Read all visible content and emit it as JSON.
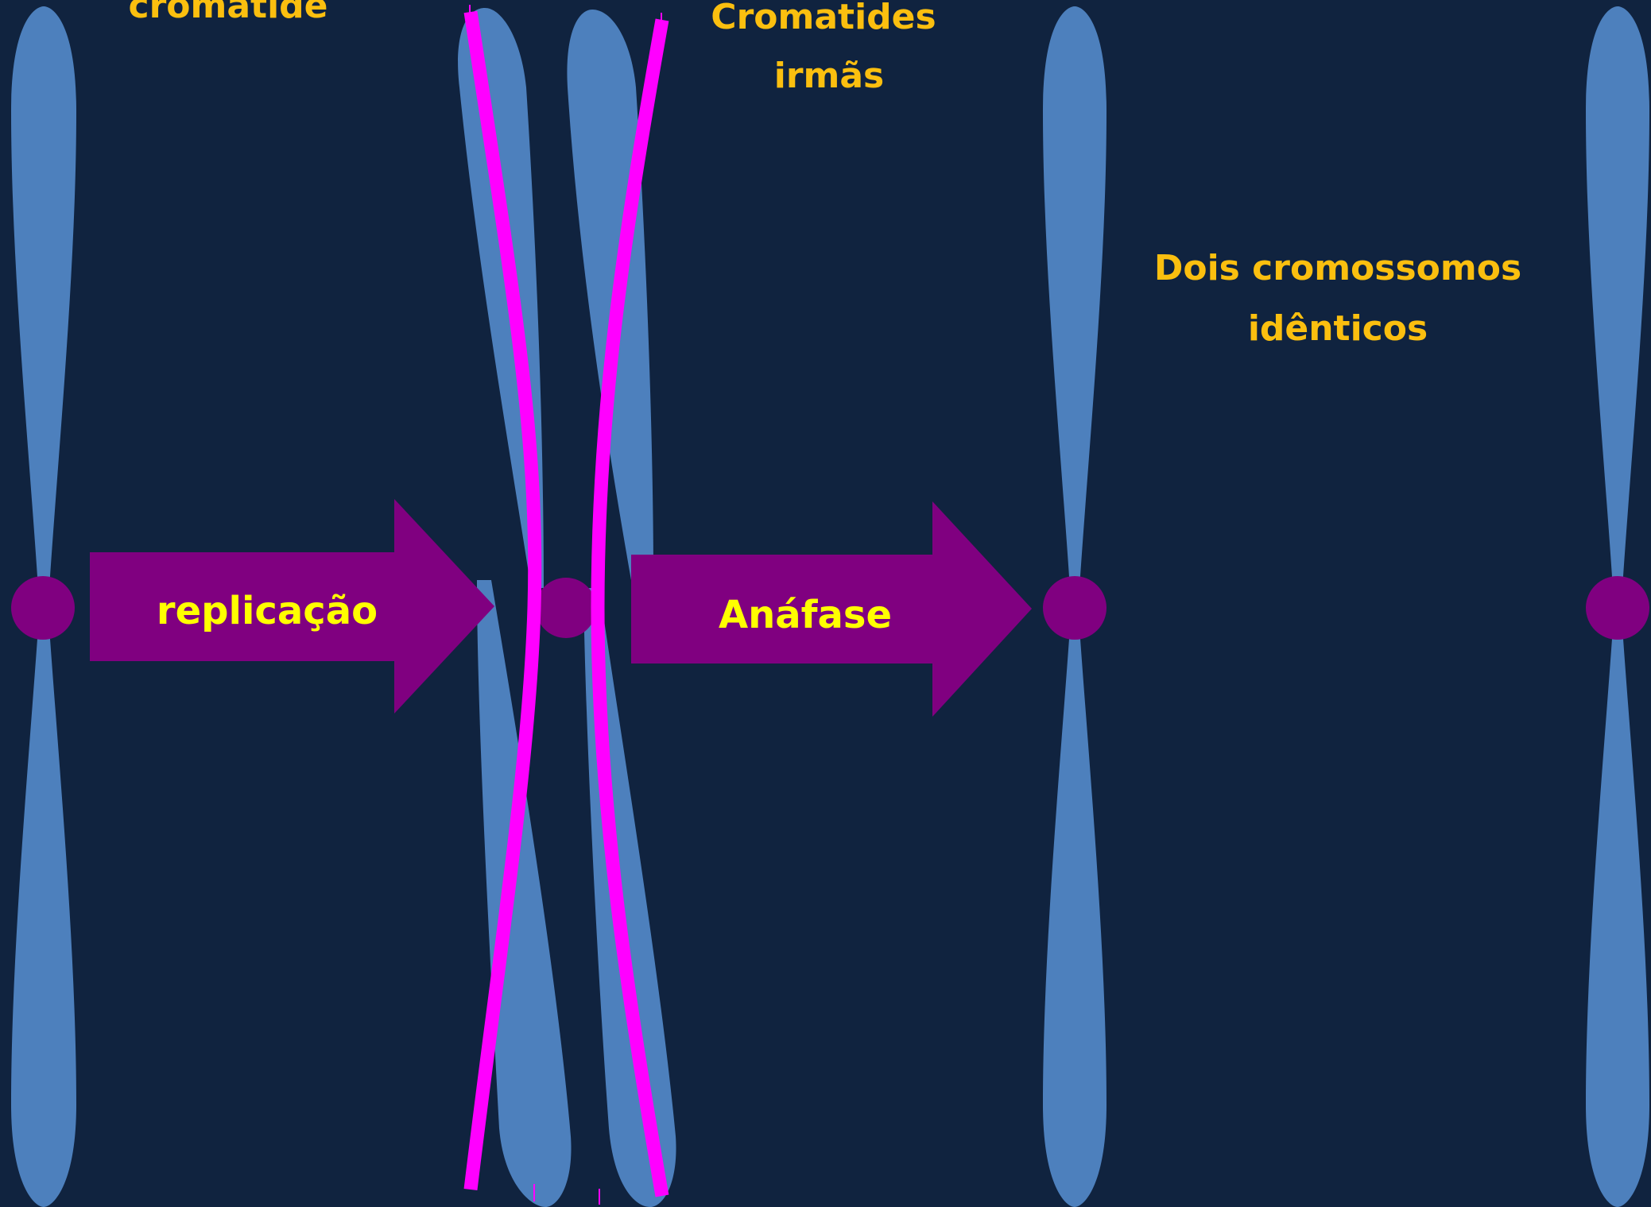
{
  "labels": {
    "single_chromatid": "cromatide",
    "sister_chromatids_line1": "Cromatides",
    "sister_chromatids_line2": "irmãs",
    "identical_chromosomes_line1": "Dois cromossomos",
    "identical_chromosomes_line2": "idênticos"
  },
  "arrows": {
    "replication": "replicação",
    "anaphase": "Anáfase"
  },
  "colors": {
    "background": "#10233f",
    "chromatid": "#4d80bd",
    "centromere": "#800080",
    "arrow": "#800080",
    "strand": "#ff00ff",
    "label_orange": "#fbbf0f",
    "label_yellow": "#ffff00"
  }
}
